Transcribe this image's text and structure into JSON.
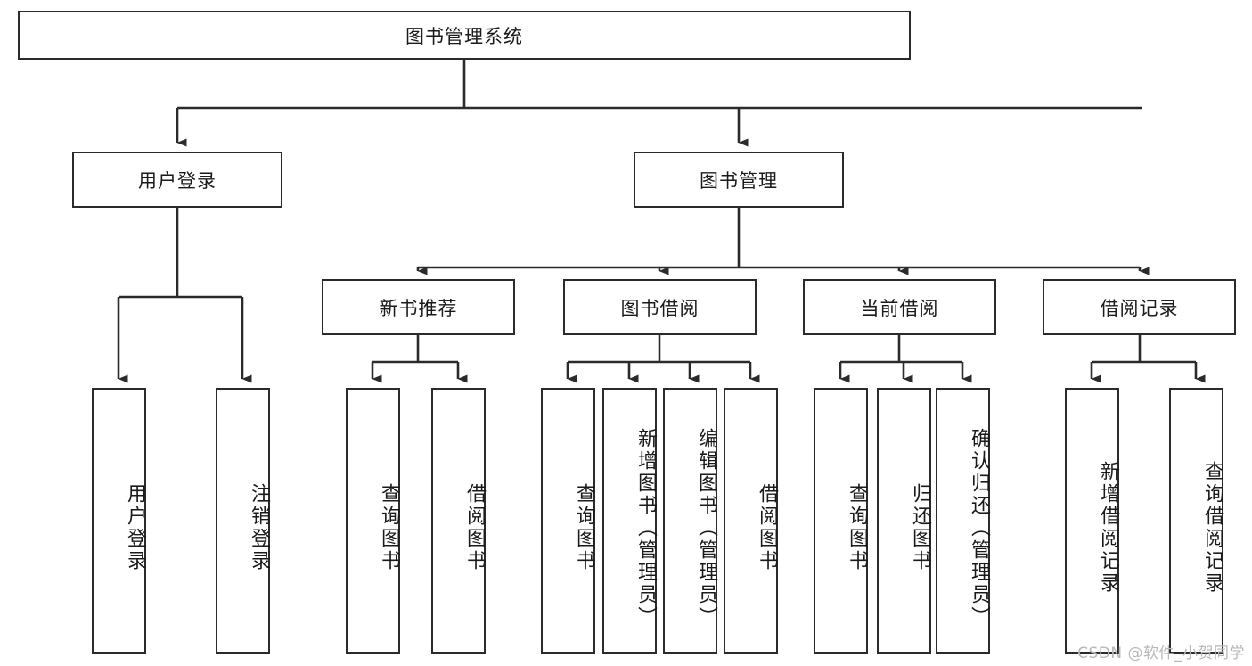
{
  "diagram": {
    "type": "tree-hierarchy",
    "title": "图书管理系统",
    "root": {
      "label": "图书管理系统"
    },
    "level2": [
      {
        "label": "用户登录"
      },
      {
        "label": "图书管理"
      }
    ],
    "level3": [
      {
        "label": "新书推荐"
      },
      {
        "label": "图书借阅"
      },
      {
        "label": "当前借阅"
      },
      {
        "label": "借阅记录"
      }
    ],
    "leaves": {
      "user_login": [
        {
          "label": "用户登录"
        },
        {
          "label": "注销登录"
        }
      ],
      "new_book_recommend": [
        {
          "label": "查询图书"
        },
        {
          "label": "借阅图书"
        }
      ],
      "book_borrow": [
        {
          "label": "查询图书"
        },
        {
          "label": "新增图书（管理员）"
        },
        {
          "label": "编辑图书（管理员）"
        },
        {
          "label": "借阅图书"
        }
      ],
      "current_borrow": [
        {
          "label": "查询图书"
        },
        {
          "label": "归还图书"
        },
        {
          "label": "确认归还（管理员）"
        }
      ],
      "borrow_record": [
        {
          "label": "新增借阅记录"
        },
        {
          "label": "查询借阅记录"
        }
      ]
    }
  },
  "watermark": {
    "text": "CSDN @软件_小贺同学"
  },
  "colors": {
    "stroke": "#2b2b2b",
    "fill": "#ffffff",
    "text": "#1a1a1a",
    "watermark": "#b8b8b8"
  }
}
